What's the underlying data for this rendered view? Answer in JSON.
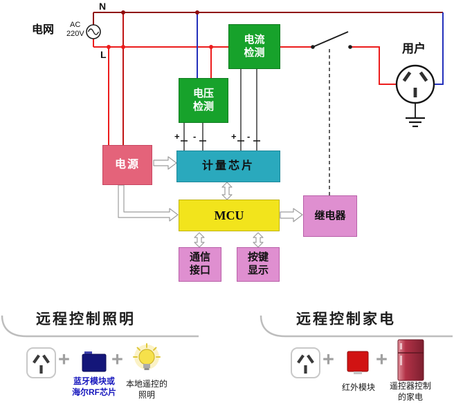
{
  "diagram": {
    "wire_labels": {
      "n": "N",
      "l": "L"
    },
    "source": {
      "name": "电网",
      "ac": "AC",
      "voltage": "220V"
    },
    "user_label": "用户",
    "blocks": {
      "current_detect": [
        "电流",
        "检测"
      ],
      "voltage_detect": [
        "电压",
        "检测"
      ],
      "power": "电源",
      "metering": "计量芯片",
      "mcu": "MCU",
      "relay": "继电器",
      "comm": [
        "通信",
        "接口"
      ],
      "keypad": [
        "按键",
        "显示"
      ]
    },
    "pins": {
      "v_plus": "+",
      "v_minus": "-",
      "i_plus": "+",
      "i_minus": "-"
    }
  },
  "sections": {
    "lighting": {
      "title": "远程控制照明",
      "plus": "+",
      "module_label": [
        "蓝牙模块或",
        "海尔RF芯片"
      ],
      "device_label": [
        "本地遥控的",
        "照明"
      ]
    },
    "appliance": {
      "title": "远程控制家电",
      "plus": "+",
      "module_label": [
        "红外模块"
      ],
      "device_label": [
        "遥控器控制",
        "的家电"
      ]
    }
  },
  "colors": {
    "detect_block": "#17a22b",
    "power_block": "#e4637a",
    "metering_block": "#2aa9bd",
    "mcu_block": "#f2e41c",
    "pink_block": "#df8fd0",
    "wire_live": "#ec1c1c",
    "wire_neutral": "#8f0b0b",
    "wire_blue": "#2330bb"
  }
}
